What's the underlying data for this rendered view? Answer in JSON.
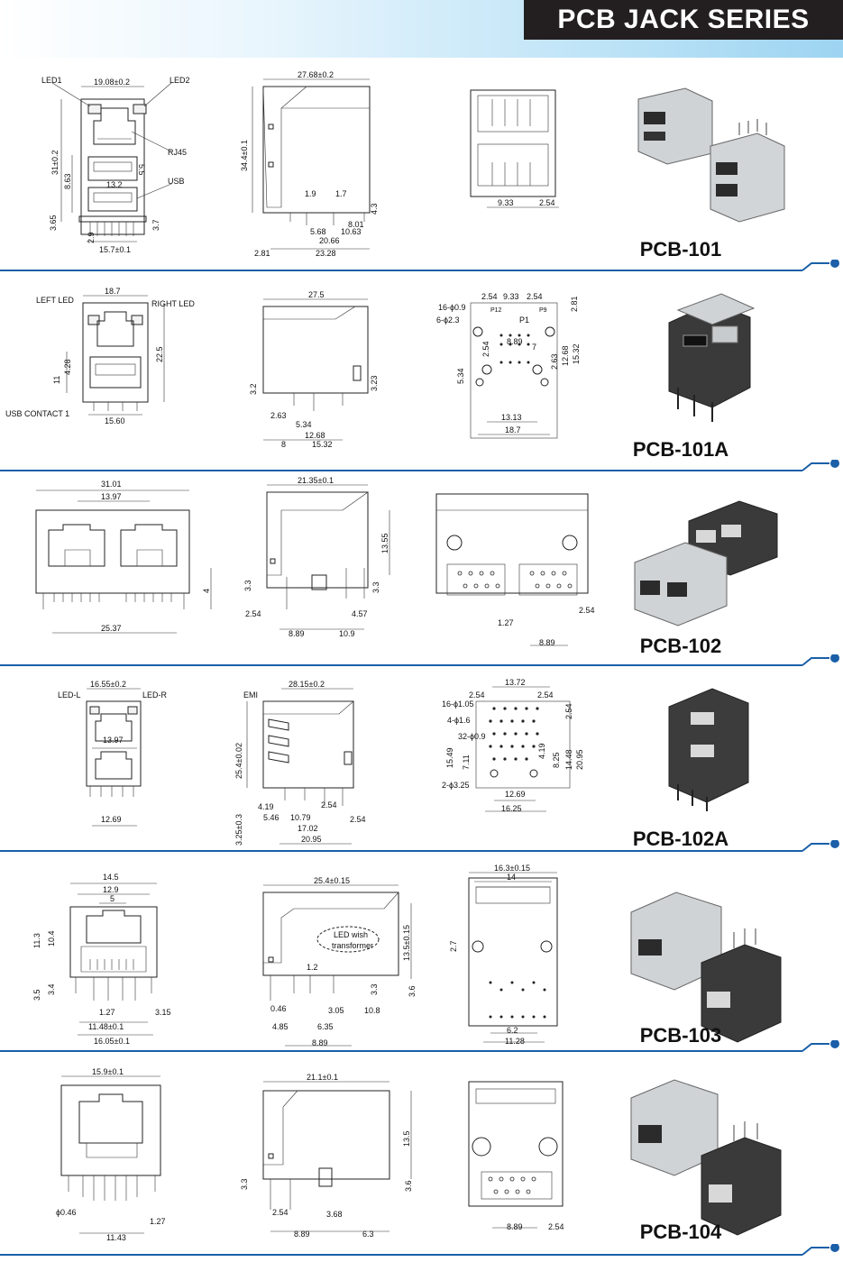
{
  "header": {
    "title": "PCB JACK SERIES"
  },
  "sections": [
    {
      "model": "PCB-101",
      "front": {
        "labels": [
          "LED1",
          "LED2",
          "RJ45",
          "USB"
        ],
        "dims": [
          "19.08±0.2",
          "31±0.2",
          "8.63",
          "5.5",
          "13.2",
          "3.65",
          "2.9",
          "3.7",
          "15.7±0.1"
        ]
      },
      "side": {
        "dims": [
          "27.68±0.2",
          "34.4±0.1",
          "1.9",
          "1.7",
          "4.3",
          "8.01",
          "10.63",
          "5.68",
          "20.66",
          "2.81",
          "23.28"
        ]
      },
      "bottom": {
        "dims": [
          "9.33",
          "2.54"
        ]
      }
    },
    {
      "model": "PCB-101A",
      "front": {
        "labels": [
          "LEFT LED",
          "RIGHT LED",
          "USB CONTACT 1"
        ],
        "dims": [
          "18.7",
          "22.5",
          "4.28",
          "11",
          "15.60"
        ]
      },
      "side": {
        "dims": [
          "27.5",
          "3.2",
          "3.23",
          "2.63",
          "5.34",
          "12.68",
          "8",
          "15.32"
        ]
      },
      "bottom": {
        "dims": [
          "2.54",
          "9.33",
          "2.54",
          "2.81",
          "16-ϕ0.9",
          "6-ϕ2.3",
          "P12",
          "P9",
          "P1",
          "8.89",
          "7",
          "2.54",
          "2.63",
          "12.68",
          "15.32",
          "5.34",
          "13.13",
          "18.7"
        ]
      }
    },
    {
      "model": "PCB-102",
      "front": {
        "dims": [
          "31.01",
          "13.97",
          "4",
          "25.37"
        ]
      },
      "side": {
        "dims": [
          "21.35±0.1",
          "13.55",
          "3.3",
          "3.3",
          "2.54",
          "4.57",
          "8.89",
          "10.9"
        ]
      },
      "bottom": {
        "dims": [
          "1.27",
          "2.54",
          "8.89"
        ]
      }
    },
    {
      "model": "PCB-102A",
      "front": {
        "labels": [
          "LED-L",
          "LED-R"
        ],
        "dims": [
          "16.55±0.2",
          "13.97",
          "12.69"
        ]
      },
      "side": {
        "labels": [
          "EMI"
        ],
        "dims": [
          "28.15±0.2",
          "25.4±0.02",
          "3.25±0.3",
          "4.19",
          "5.46",
          "10.79",
          "2.54",
          "2.54",
          "17.02",
          "20.95"
        ]
      },
      "bottom": {
        "dims": [
          "13.72",
          "2.54",
          "2.54",
          "16-ϕ1.05",
          "4-ϕ1.6",
          "32-ϕ0.9",
          "2-ϕ3.25",
          "15.49",
          "7.11",
          "4.19",
          "8.25",
          "14.48",
          "20.95",
          "2.54",
          "12.69",
          "16.25"
        ]
      }
    },
    {
      "model": "PCB-103",
      "front": {
        "dims": [
          "14.5",
          "12.9",
          "5",
          "11.3",
          "10.4",
          "3.5",
          "3.4",
          "1.27",
          "11.48±0.1",
          "3.15",
          "16.05±0.1"
        ]
      },
      "side": {
        "note": [
          "LED wish",
          "transformer"
        ],
        "dims": [
          "25.4±0.15",
          "13.5±0.15",
          "1.2",
          "3.3",
          "3.6",
          "0.46",
          "3.05",
          "10.8",
          "4.85",
          "6.35",
          "8.89"
        ]
      },
      "bottom": {
        "dims": [
          "16.3±0.15",
          "14",
          "2.7",
          "6.2",
          "11.28"
        ]
      }
    },
    {
      "model": "PCB-104",
      "front": {
        "dims": [
          "15.9±0.1",
          "ϕ0.46",
          "1.27",
          "11.43"
        ]
      },
      "side": {
        "dims": [
          "21.1±0.1",
          "13.5",
          "3.3",
          "3.6",
          "2.54",
          "3.68",
          "8.89",
          "6.3"
        ]
      },
      "bottom": {
        "dims": [
          "8.89",
          "2.54"
        ]
      }
    }
  ],
  "colors": {
    "title_bg": "#231f20",
    "band": "#9dd4f1",
    "separator": "#1a5fa8"
  }
}
